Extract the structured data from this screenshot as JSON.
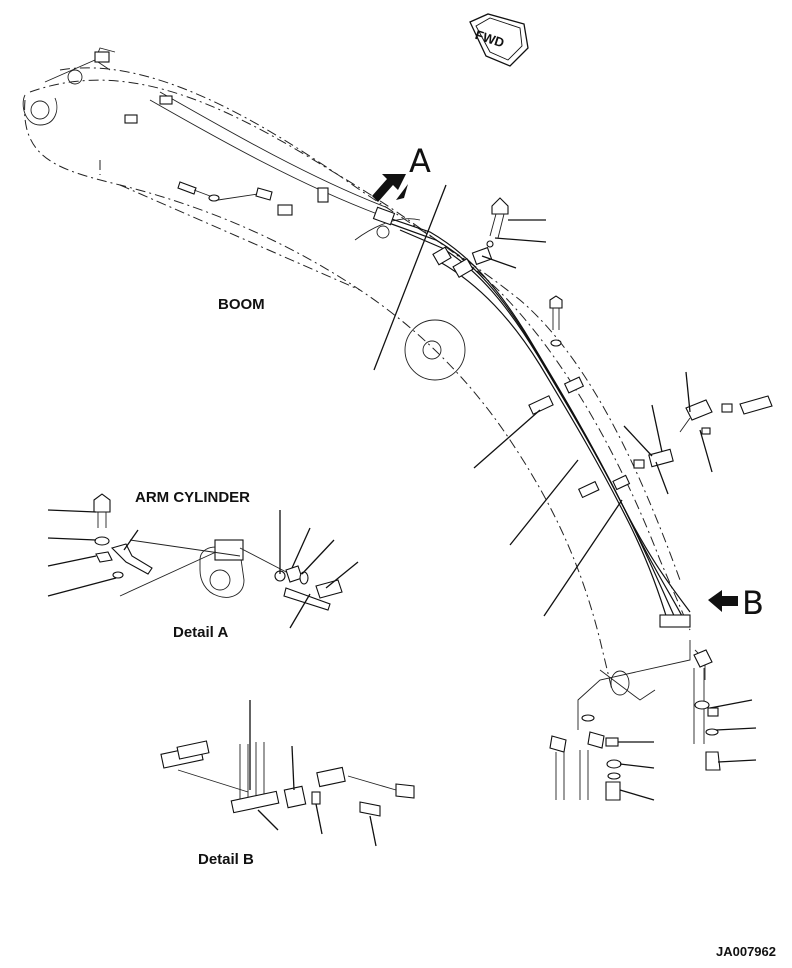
{
  "labels": {
    "fwd": "FWD",
    "callout_a": "A",
    "callout_b": "B",
    "boom": "BOOM",
    "arm_cylinder": "ARM CYLINDER",
    "detail_a": "Detail A",
    "detail_b": "Detail B",
    "drawing_id": "JA007962"
  },
  "colors": {
    "ink": "#111111",
    "background": "#ffffff"
  },
  "icons": {
    "fwd_arrow": "fwd-arrow-icon",
    "callout_arrow": "callout-arrow-icon"
  }
}
